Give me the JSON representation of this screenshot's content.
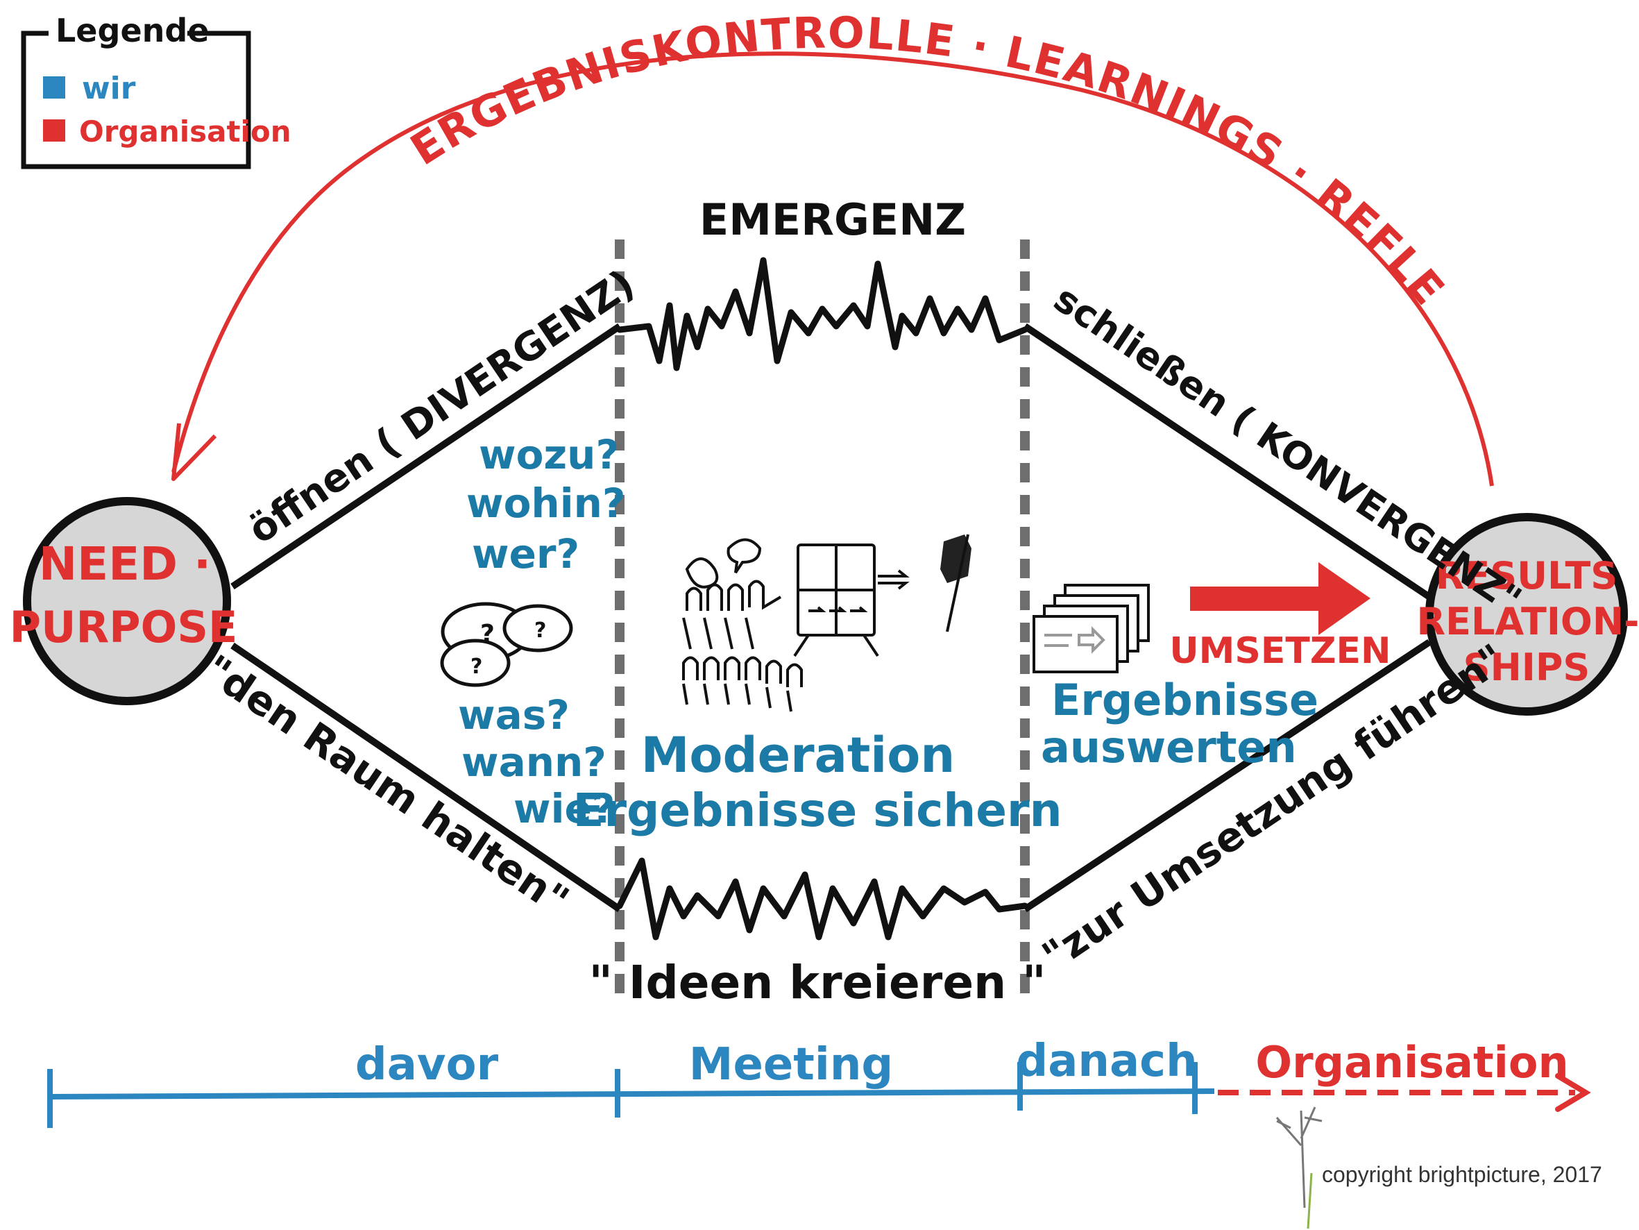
{
  "colors": {
    "blue": "#1b7aa6",
    "timeline_blue": "#2c86c0",
    "red": "#e03131",
    "black": "#111111",
    "node_fill": "#d6d6d6",
    "divider_gray": "#6e6e6e"
  },
  "legend": {
    "title": "Legende",
    "items": [
      {
        "label": "wir",
        "color": "#2c86c0"
      },
      {
        "label": "Organisation",
        "color": "#e03131"
      }
    ]
  },
  "arc": {
    "title": "ERGEBNISKONTROLLE · LEARNINGS · REFLEKTIEREN"
  },
  "emergence_label": "EMERGENZ",
  "nodes": {
    "left": {
      "line1": "NEED ·",
      "line2": "PURPOSE"
    },
    "right": {
      "line1": "RESULTS",
      "line2": "RELATION-",
      "line3": "SHIPS"
    }
  },
  "edges": {
    "upper_left": "öffnen ( DIVERGENZ)",
    "lower_left": "\"den Raum halten\"",
    "upper_right": "schließen ( KONVERGENZ\"",
    "lower_right": "\"zur Umsetzung führen\""
  },
  "questions": {
    "top": [
      "wozu?",
      "wohin?",
      "wer?"
    ],
    "bottom": [
      "was?",
      "wann?",
      "wie?"
    ]
  },
  "center": {
    "line1": "Moderation",
    "line2": "Ergebnisse sichern",
    "bottom_quote": "\" Ideen kreieren \""
  },
  "right_section": {
    "action": "UMSETZEN",
    "line1": "Ergebnisse",
    "line2": "auswerten"
  },
  "timeline": {
    "phases": [
      "davor",
      "Meeting",
      "danach"
    ],
    "org_label": "Organisation"
  },
  "copyright": "copyright brightpicture, 2017"
}
